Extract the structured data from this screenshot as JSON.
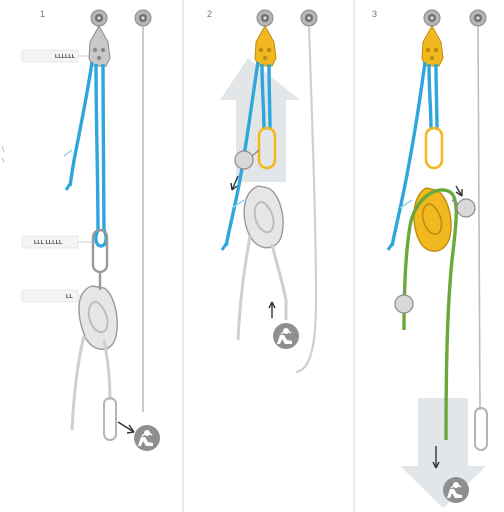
{
  "panels": [
    {
      "number": "1"
    },
    {
      "number": "2"
    },
    {
      "number": "3"
    }
  ],
  "labels": {
    "tag_top": "LLLLLL",
    "tag_mid": "LLL LLLLL",
    "tag_low": "LL"
  },
  "icons": [
    "anchor-bolt-icon",
    "pulley-icon",
    "carabiner-icon",
    "descender-device-icon",
    "rope-grab-icon",
    "rescued-person-icon",
    "down-arrow-icon",
    "up-arrow-icon"
  ],
  "colors": {
    "blue_rope": "#2fa7dc",
    "green_rope": "#6aa83a",
    "gray_rope": "#c9c9c9",
    "yellow_hardware": "#f2b820",
    "gray_hardware": "#9a9a9a",
    "arrow_fill": "#e3e6e8",
    "divider": "#cfcfcf"
  }
}
